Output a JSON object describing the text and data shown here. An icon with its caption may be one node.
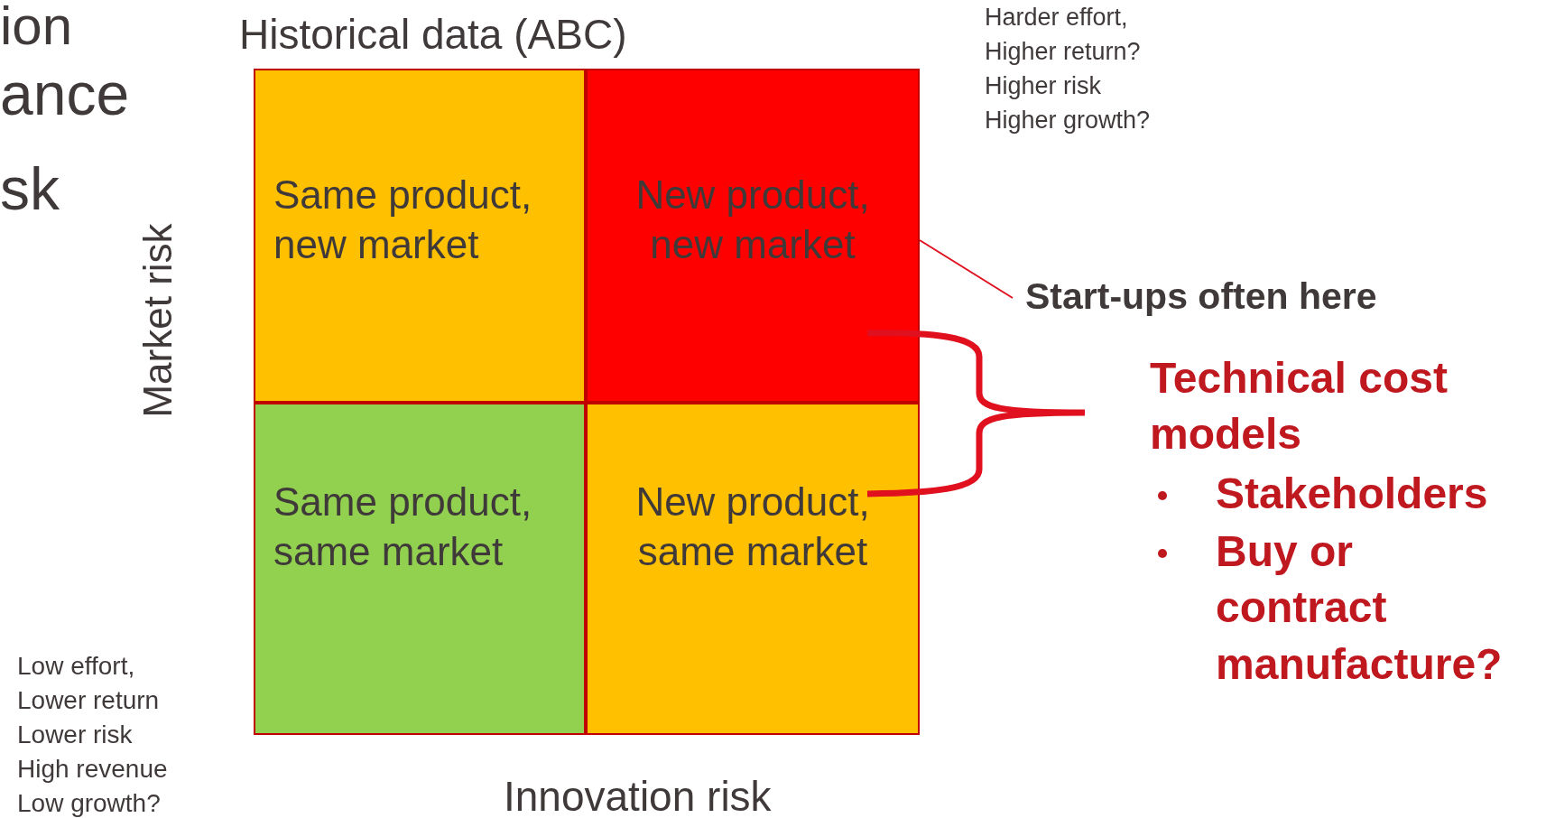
{
  "diagram": {
    "nodes": [
      {
        "text": [
          "Same product, new market"
        ]
      },
      {
        "text": [
          "New product, new market"
        ]
      },
      {
        "text": [
          "Same product, same market"
        ]
      },
      {
        "text": [
          "New product, same market"
        ]
      },
      {
        "text": [
          "Start-ups often here"
        ]
      }
    ],
    "edges": [
      {
        "from": 4,
        "to": 1,
        "arrow": "none"
      }
    ],
    "labels": [
      "ion",
      "Historical data (ABC)",
      "Harder effort,",
      "Higher return?",
      "Higher risk",
      "Higher growth?",
      "ance",
      "sk",
      "Market risk",
      "Technical cost models",
      "Stakeholders",
      "Buy or contract manufacture?",
      "Low effort,",
      "Lower return",
      "Lower risk",
      "High revenue",
      "Low growth?",
      "Innovation risk"
    ]
  }
}
